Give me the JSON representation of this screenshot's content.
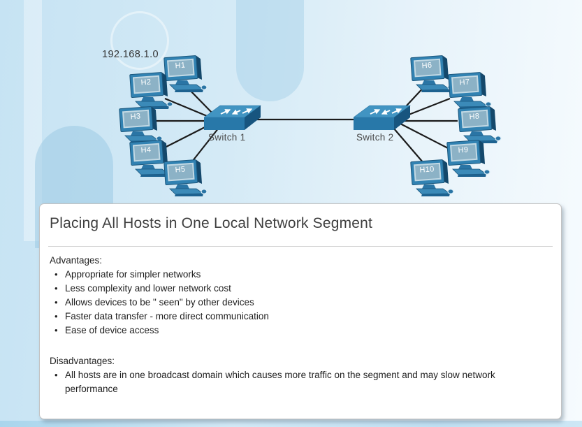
{
  "diagram": {
    "network_label": "192.168.1.0",
    "switches": [
      {
        "id": "switch1",
        "label": "Switch 1"
      },
      {
        "id": "switch2",
        "label": "Switch 2"
      }
    ],
    "hosts": [
      {
        "id": "H1",
        "label": "H1"
      },
      {
        "id": "H2",
        "label": "H2"
      },
      {
        "id": "H3",
        "label": "H3"
      },
      {
        "id": "H4",
        "label": "H4"
      },
      {
        "id": "H5",
        "label": "H5"
      },
      {
        "id": "H6",
        "label": "H6"
      },
      {
        "id": "H7",
        "label": "H7"
      },
      {
        "id": "H8",
        "label": "H8"
      },
      {
        "id": "H9",
        "label": "H9"
      },
      {
        "id": "H10",
        "label": "H10"
      }
    ],
    "icons": {
      "host": "pc-icon",
      "switch": "workgroup-switch-icon"
    }
  },
  "panel": {
    "title": "Placing All Hosts in One Local Network Segment",
    "sections": {
      "advantages": {
        "heading": "Advantages:",
        "items": [
          "Appropriate for simpler networks",
          "Less complexity and lower network cost",
          "Allows devices to be \" seen\"  by other devices",
          "Faster data transfer - more direct communication",
          "Ease of device access"
        ]
      },
      "disadvantages": {
        "heading": "Disadvantages:",
        "items": [
          "All hosts are in one broadcast domain which causes more traffic on the segment and may slow network performance"
        ]
      }
    }
  },
  "colors": {
    "background_left": "#c6e3f3",
    "background_right": "#f6fbfe",
    "device_blue": "#3182b2",
    "device_dark": "#17557f",
    "device_top": "#4194c2",
    "screen_fill": "#8cb2c6",
    "wire": "#1b1b1b",
    "panel_background": "#ffffff",
    "panel_border": "#c2c2c2",
    "text_dark": "#1f1f1f"
  }
}
